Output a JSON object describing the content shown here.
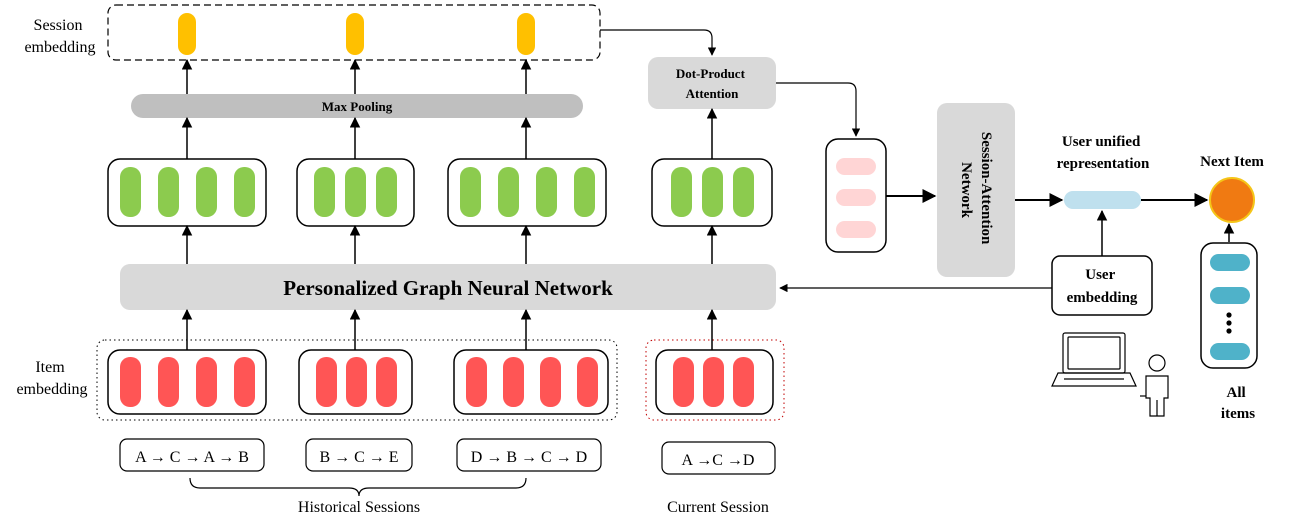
{
  "labels": {
    "session_embedding": [
      "Session",
      "embedding"
    ],
    "item_embedding": [
      "Item",
      "embedding"
    ],
    "max_pooling": "Max Pooling",
    "dot_product_attention": [
      "Dot-Product",
      "Attention"
    ],
    "pgnn": "Personalized Graph Neural Network",
    "session_attention_network": [
      "Session-Attention",
      "Network"
    ],
    "user_unified_representation": [
      "User unified",
      "representation"
    ],
    "next_item": "Next Item",
    "user_embedding": [
      "User",
      "embedding"
    ],
    "all_items": [
      "All",
      "items"
    ],
    "historical_sessions": "Historical Sessions",
    "current_session": "Current Session"
  },
  "sessions": [
    {
      "sequence": "A → C → A → B"
    },
    {
      "sequence": "B → C → E"
    },
    {
      "sequence": "D → B → C → D"
    },
    {
      "sequence": "A →C →D"
    }
  ],
  "colors": {
    "session_pill": "#FFC000",
    "green_pill": "#8CCB4E",
    "red_pill": "#FF5555",
    "attention_pill": "#FFD5D5",
    "user_rep_pill": "#BFE0EE",
    "item_pill": "#4FB2C9",
    "next_item": "#F07A12",
    "gray_box": "#D9D9D9",
    "max_pool": "#BFBFBF"
  }
}
